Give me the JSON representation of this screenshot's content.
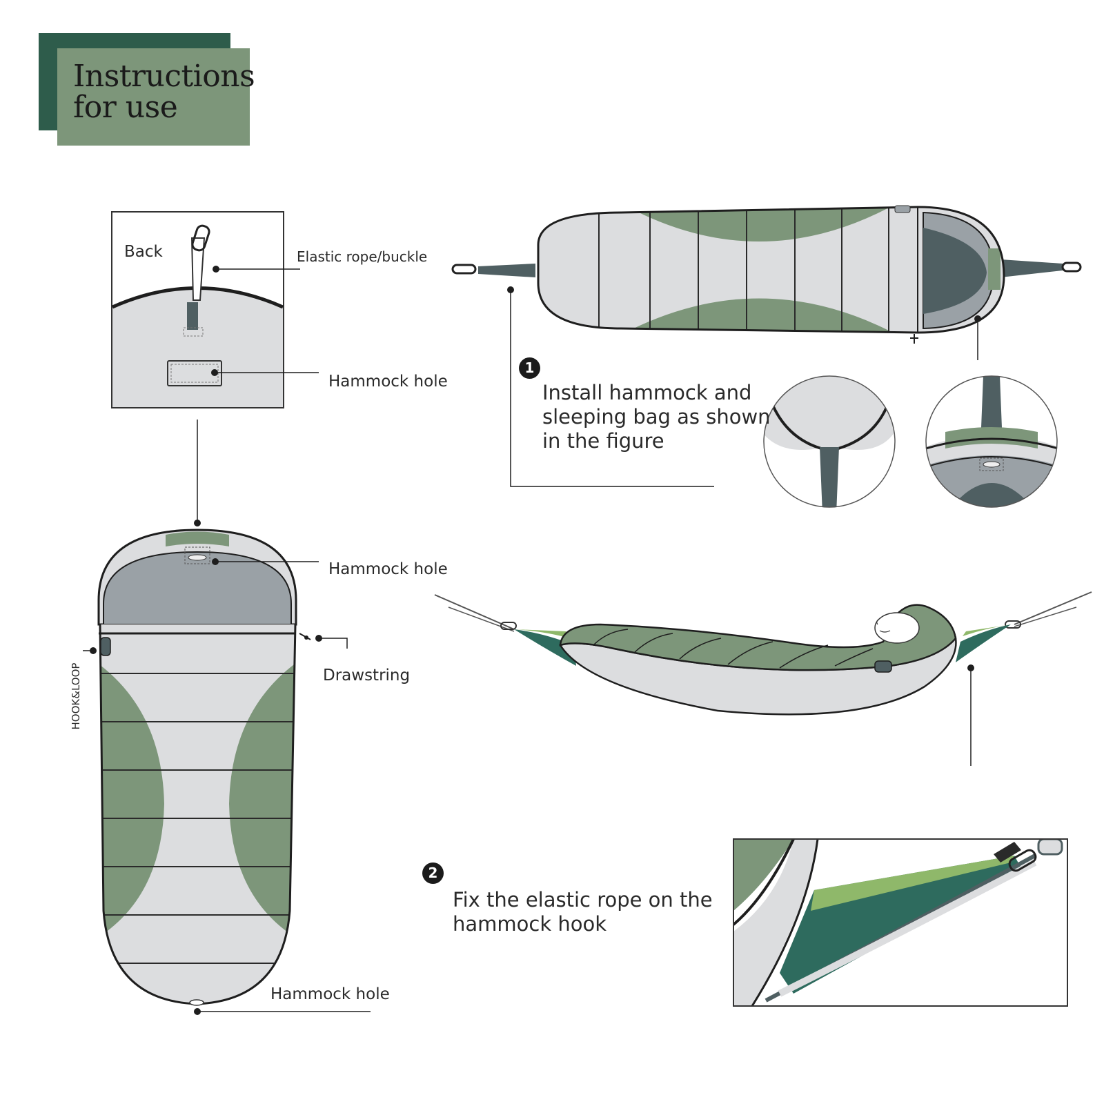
{
  "header": {
    "title": "Instructions\nfor use"
  },
  "labels": {
    "back": "Back",
    "elastic_rope": "Elastic rope/buckle",
    "hammock_hole_1": "Hammock hole",
    "hammock_hole_2": "Hammock hole",
    "hammock_hole_3": "Hammock hole",
    "drawstring": "Drawstring",
    "hook_loop": "HOOK&LOOP"
  },
  "steps": [
    {
      "number": "1",
      "text": "Install hammock and\nsleeping bag as shown\nin the figure"
    },
    {
      "number": "2",
      "text": "Fix the elastic rope on the\nhammock  hook"
    }
  ],
  "colors": {
    "dark_green": "#2e5c4b",
    "sage_green": "#7d967a",
    "light_gray": "#dcdddf",
    "mid_gray": "#9aa1a6",
    "slate": "#4f5f62",
    "teal": "#2e6b5e",
    "lime": "#8fb86a"
  }
}
